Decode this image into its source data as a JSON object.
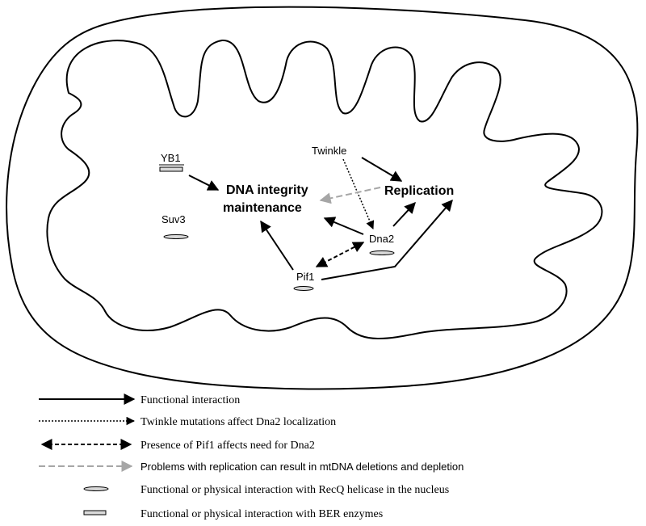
{
  "nodes": {
    "yb1": "YB1",
    "suv3": "Suv3",
    "twinkle": "Twinkle",
    "dna2": "Dna2",
    "pif1": "Pif1",
    "dna_integrity_line1": "DNA integrity",
    "dna_integrity_line2": "maintenance",
    "replication": "Replication"
  },
  "legend": {
    "functional": "Functional interaction",
    "twinkle_mutations": "Twinkle mutations affect Dna2 localization",
    "pif1_presence": "Presence of Pif1 affects need for Dna2",
    "replication_problems": "Problems with replication can result in mtDNA deletions and depletion",
    "recq_interaction": "Functional or physical interaction with RecQ helicase in the nucleus",
    "ber_interaction": "Functional or physical interaction with BER enzymes"
  },
  "colors": {
    "line": "#000000",
    "grey_arrow": "#a6a6a6",
    "symbol_fill": "#d9d9d9"
  }
}
